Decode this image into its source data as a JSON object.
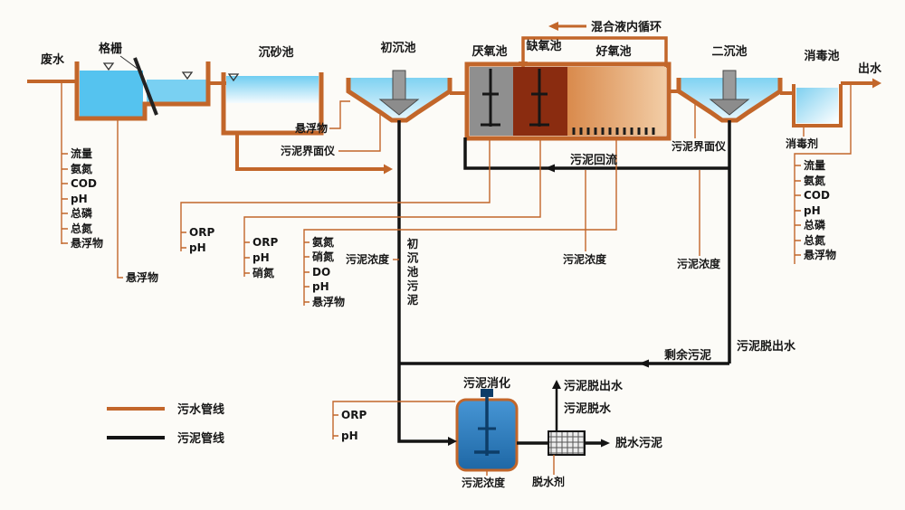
{
  "diagram": {
    "stations": {
      "influent": "废水",
      "bar_screen": "格栅",
      "grit_chamber": "沉砂池",
      "primary_tank": "初沉池",
      "anaerobic_tank": "厌氧池",
      "anoxic_tank": "缺氧池",
      "aerobic_tank": "好氧池",
      "secondary_tank": "二沉池",
      "disinfection_tank": "消毒池",
      "effluent": "出水",
      "sludge_digester": "污泥消化"
    },
    "flows": {
      "mixed_liquor_recirculation": "混合液内循环",
      "sludge_return": "污泥回流",
      "excess_sludge": "剩余污泥",
      "primary_sludge": "初沉池污泥",
      "dewatered_sludge": "脱水污泥",
      "sludge_dewatering": "污泥脱水",
      "dewatering_filtrate_top": "污泥脱出水",
      "dewatering_filtrate_right": "污泥脱出水",
      "dewatering_agent": "脱水剂",
      "disinfectant": "消毒剂"
    },
    "sensors": {
      "influent_params": [
        "流量",
        "氨氮",
        "COD",
        "pH",
        "总磷",
        "总氮",
        "悬浮物"
      ],
      "effluent_params": [
        "流量",
        "氨氮",
        "COD",
        "pH",
        "总磷",
        "总氮",
        "悬浮物"
      ],
      "grit_suspended_solids": "悬浮物",
      "primary_suspended_solids": "悬浮物",
      "primary_sludge_interface": "污泥界面仪",
      "secondary_sludge_interface": "污泥界面仪",
      "anaerobic_params": [
        "ORP",
        "pH"
      ],
      "anoxic_params": [
        "ORP",
        "pH",
        "硝氮"
      ],
      "aerobic_params": [
        "氨氮",
        "硝氮",
        "DO",
        "pH",
        "悬浮物"
      ],
      "digester_params": [
        "ORP",
        "pH"
      ],
      "primary_sludge_concentration": "污泥浓度",
      "return_sludge_concentration_1": "污泥浓度",
      "return_sludge_concentration_2": "污泥浓度",
      "digester_sludge_concentration": "污泥浓度"
    },
    "legend": {
      "sewage_line_label": "污水管线",
      "sludge_line_label": "污泥管线"
    },
    "colors": {
      "sewage_line": "#c2662a",
      "sludge_line": "#141414",
      "water": "#5fc6ee",
      "anaerobic_fill": "#8f8f8f",
      "anoxic_fill": "#8a2c10",
      "aerobic_fill": "#e79a61",
      "digester_fill": "#2e7fbe"
    }
  }
}
